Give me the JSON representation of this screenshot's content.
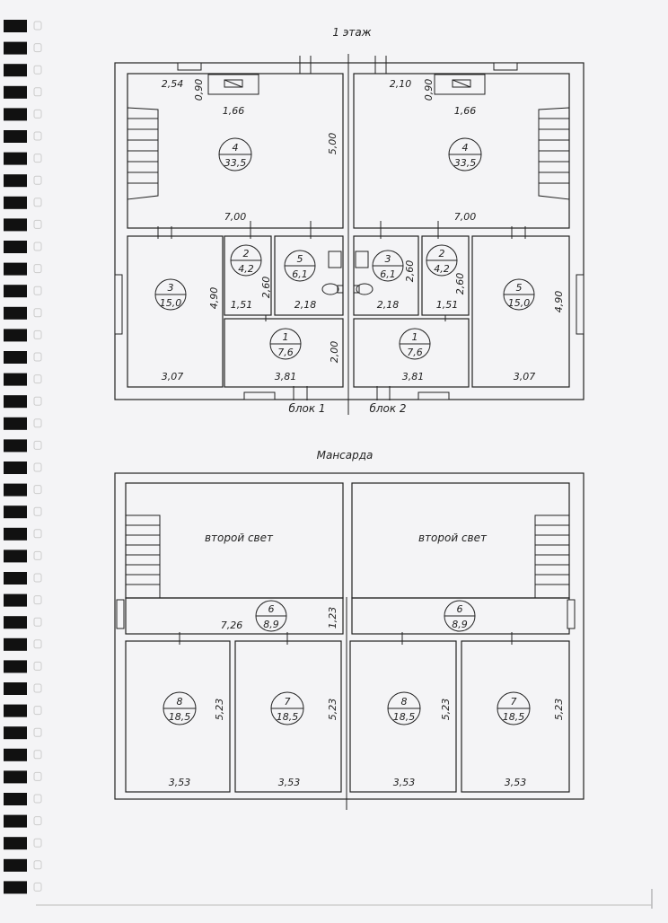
{
  "headings": {
    "floor1": "1 этаж",
    "attic": "Мансарда",
    "block1": "блок 1",
    "block2": "блок 2"
  },
  "floor1": {
    "rooms": [
      {
        "num": "4",
        "area": "33,5"
      },
      {
        "num": "4",
        "area": "33,5"
      },
      {
        "num": "3",
        "area": "15,0"
      },
      {
        "num": "2",
        "area": "4,2"
      },
      {
        "num": "5",
        "area": "6,1"
      },
      {
        "num": "3",
        "area": "6,1"
      },
      {
        "num": "2",
        "area": "4,2"
      },
      {
        "num": "5",
        "area": "15,0"
      },
      {
        "num": "1",
        "area": "7,6"
      },
      {
        "num": "1",
        "area": "7,6"
      }
    ],
    "dims": [
      "2,54",
      "0,90",
      "1,66",
      "5,00",
      "7,00",
      "2,10",
      "0,90",
      "1,66",
      "7,00",
      "4,90",
      "2,60",
      "1,51",
      "2,18",
      "2,00",
      "3,07",
      "3,81",
      "2,60",
      "2,18",
      "2,60",
      "1,51",
      "4,90",
      "3,81",
      "3,07"
    ]
  },
  "attic": {
    "light_label": "второй свет",
    "light_label_right": "второй свет",
    "rooms": [
      {
        "num": "6",
        "area": "8,9"
      },
      {
        "num": "6",
        "area": "8,9"
      },
      {
        "num": "8",
        "area": "18,5"
      },
      {
        "num": "7",
        "area": "18,5"
      },
      {
        "num": "8",
        "area": "18,5"
      },
      {
        "num": "7",
        "area": "18,5"
      }
    ],
    "dims": [
      "7,26",
      "1,23",
      "5,23",
      "3,53",
      "5,23",
      "3,53",
      "5,23",
      "3,53",
      "5,23",
      "3,53"
    ]
  },
  "colors": {
    "paper": "#f4f4f6",
    "ink": "#222222",
    "binding": "#111111"
  }
}
